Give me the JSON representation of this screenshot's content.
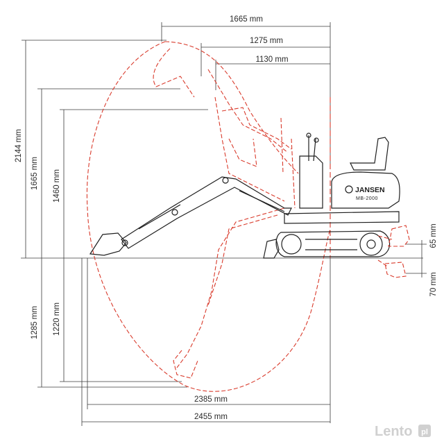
{
  "dimensions": {
    "top": [
      {
        "label": "1665 mm"
      },
      {
        "label": "1275 mm"
      },
      {
        "label": "1130 mm"
      }
    ],
    "left": [
      {
        "label": "2144 mm"
      },
      {
        "label": "1665 mm"
      },
      {
        "label": "1460 mm"
      },
      {
        "label": "1285 mm"
      },
      {
        "label": "1220 mm"
      }
    ],
    "bottom": [
      {
        "label": "2385 mm"
      },
      {
        "label": "2455 mm"
      }
    ],
    "right": [
      {
        "label": "65 mm"
      },
      {
        "label": "70 mm"
      }
    ]
  },
  "machine": {
    "brand": "JANSEN",
    "model": "MB-2000"
  },
  "watermark": {
    "text": "Lento",
    "suffix": "pl"
  },
  "colors": {
    "envelope": "#d93a2b",
    "lines": "#3a3a3a",
    "machine": "#1f1f1f"
  }
}
